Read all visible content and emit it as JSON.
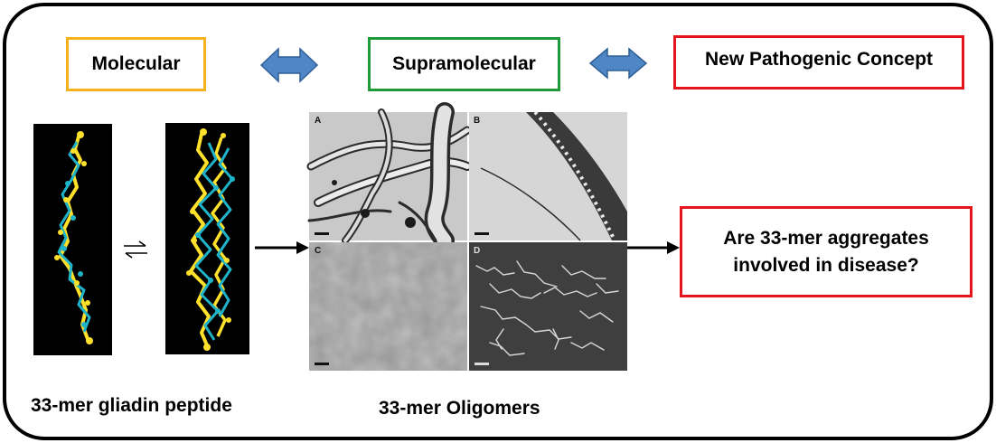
{
  "header": {
    "molecular_label": "Molecular",
    "supramolecular_label": "Supramolecular",
    "concept_label": "New Pathogenic Concept"
  },
  "question": {
    "line1": "Are 33-mer aggregates",
    "line2": "involved in disease?"
  },
  "captions": {
    "peptide": "33-mer gliadin peptide",
    "oligomers": "33-mer Oligomers"
  },
  "micrographs": {
    "panel_a": "A",
    "panel_b": "B",
    "panel_c": "C",
    "panel_d": "D"
  },
  "colors": {
    "molecular_border": "#f5b21a",
    "supramolecular_border": "#1f9a38",
    "concept_border": "#e8141c",
    "double_arrow_fill": "#4f86c6",
    "peptide_yellow": "#ffe12b",
    "peptide_cyan": "#1fb3c9"
  },
  "icons": {
    "double_arrow": "double-headed-arrow-icon",
    "equilibrium": "equilibrium-arrows-icon",
    "flow_arrow": "right-arrow-icon"
  }
}
